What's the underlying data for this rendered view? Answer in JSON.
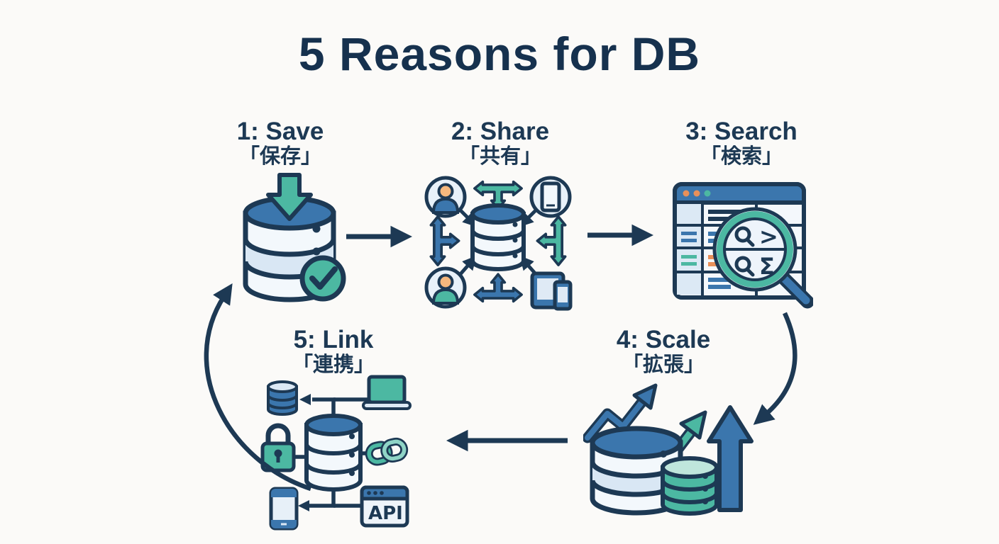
{
  "title": "5 Reasons for DB",
  "steps": [
    {
      "num": "1",
      "label": "1: Save",
      "jp": "「保存」",
      "icon": "database-save-icon"
    },
    {
      "num": "2",
      "label": "2: Share",
      "jp": "「共有」",
      "icon": "database-share-icon"
    },
    {
      "num": "3",
      "label": "3: Search",
      "jp": "「検索」",
      "icon": "table-search-icon"
    },
    {
      "num": "4",
      "label": "4: Scale",
      "jp": "「拡張」",
      "icon": "database-scale-icon"
    },
    {
      "num": "5",
      "label": "5: Link",
      "jp": "「連携」",
      "icon": "database-link-icon"
    }
  ],
  "search_icon_glyphs": {
    "top": ">",
    "bottom": "Σ"
  },
  "link_icon": {
    "api_label": "API"
  },
  "flow_order": [
    "1: Save",
    "2: Share",
    "3: Search",
    "4: Scale",
    "5: Link"
  ],
  "colors": {
    "navy": "#1d3954",
    "blue": "#3b76ad",
    "teal": "#4cb8a2",
    "orange": "#e8905a",
    "light_blue": "#dce9f5",
    "background": "#fbfaf8"
  }
}
